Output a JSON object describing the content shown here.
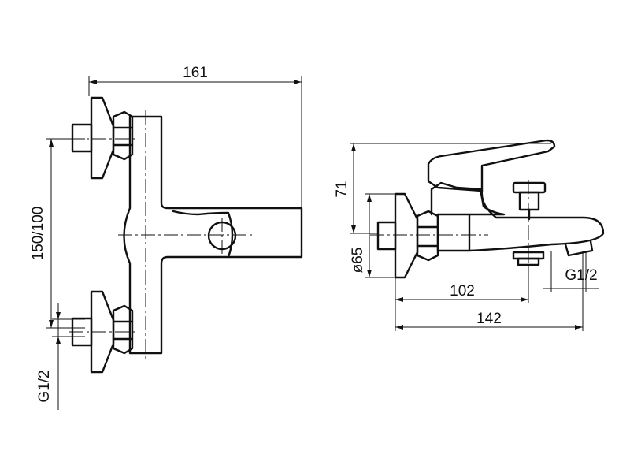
{
  "front_view": {
    "width_dim": "161",
    "height_dim": "150/100",
    "thread_dim": "G1/2"
  },
  "side_view": {
    "height_dim": "71",
    "diameter_dim": "ø65",
    "spout_dim": "102",
    "depth_dim": "142",
    "thread_dim": "G1/2"
  },
  "colors": {
    "ink": "#111111",
    "paper": "#ffffff"
  }
}
